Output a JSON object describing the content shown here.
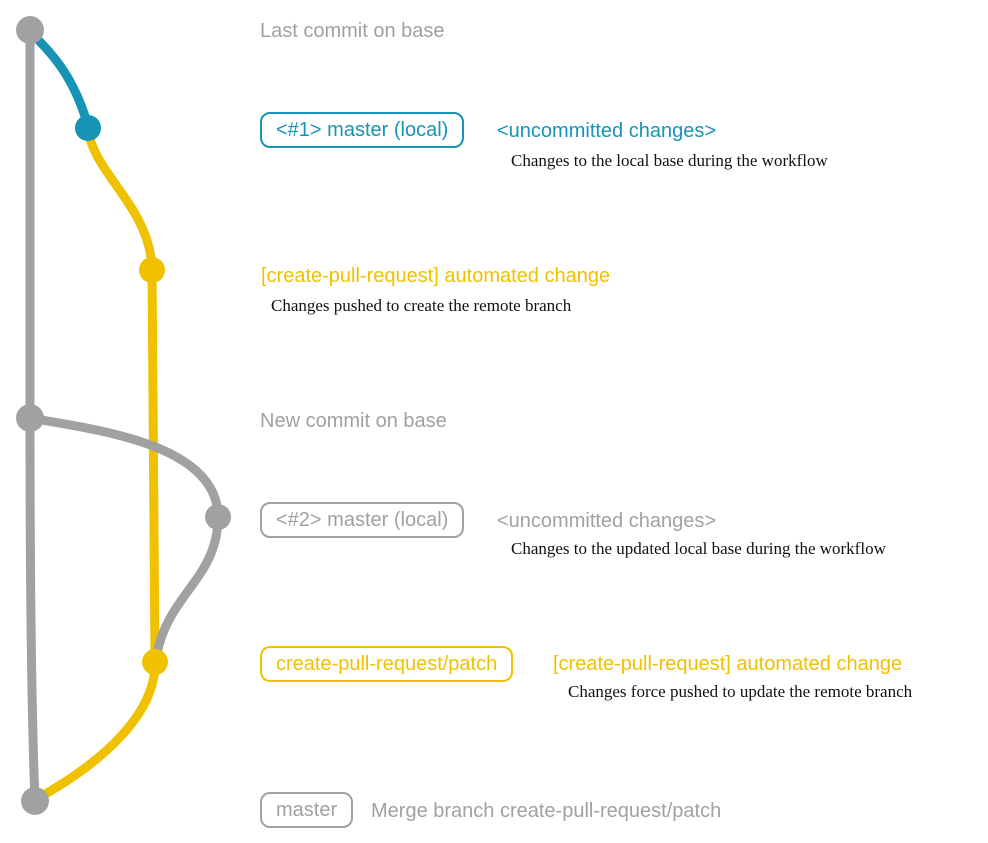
{
  "colors": {
    "gray": "#a1a1a1",
    "blue": "#1794b5",
    "yellow": "#f0c100",
    "dark": "#111111"
  },
  "annotations": {
    "last_commit_on_base": {
      "label": "Last commit on base"
    },
    "master_local_1": {
      "pill": "<#1> master (local)",
      "status": "<uncommitted changes>",
      "description": "Changes to the local base during the workflow"
    },
    "automated_change_1": {
      "label": "[create-pull-request] automated change",
      "description": "Changes pushed to create the remote branch"
    },
    "new_commit_on_base": {
      "label": "New commit on base"
    },
    "master_local_2": {
      "pill": "<#2> master (local)",
      "status": "<uncommitted changes>",
      "description": "Changes to the updated local base during the workflow"
    },
    "patch_branch": {
      "pill": "create-pull-request/patch",
      "label": "[create-pull-request] automated change",
      "description": "Changes force pushed to update the remote branch"
    },
    "merge": {
      "pill": "master",
      "label": "Merge branch create-pull-request/patch"
    }
  }
}
